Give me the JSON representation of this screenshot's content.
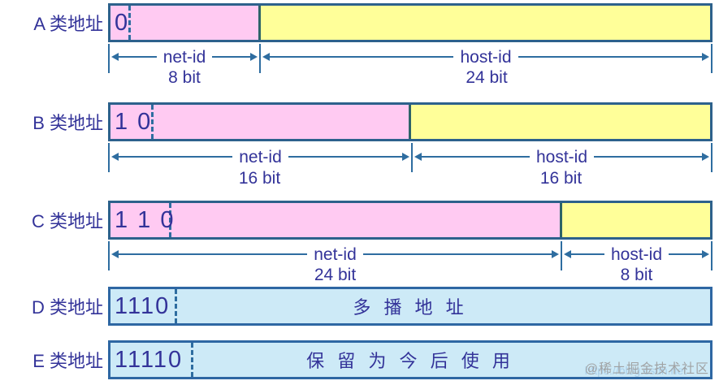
{
  "diagram": {
    "rows": [
      {
        "label": "A 类地址",
        "prefix": "0",
        "net": {
          "name": "net-id",
          "bits_label": "8 bit",
          "bits": 8
        },
        "host": {
          "name": "host-id",
          "bits_label": "24 bit",
          "bits": 24
        }
      },
      {
        "label": "B 类地址",
        "prefix": "1 0",
        "net": {
          "name": "net-id",
          "bits_label": "16 bit",
          "bits": 16
        },
        "host": {
          "name": "host-id",
          "bits_label": "16 bit",
          "bits": 16
        }
      },
      {
        "label": "C 类地址",
        "prefix": "1 1 0",
        "net": {
          "name": "net-id",
          "bits_label": "24 bit",
          "bits": 24
        },
        "host": {
          "name": "host-id",
          "bits_label": "8 bit",
          "bits": 8
        }
      },
      {
        "label": "D 类地址",
        "prefix": "1110",
        "content": "多 播 地 址"
      },
      {
        "label": "E 类地址",
        "prefix": "11110",
        "content": "保 留 为 今 后 使 用"
      }
    ],
    "colors": {
      "net_id_fill": "#FFCAF2",
      "host_id_fill": "#FFFF99",
      "special_fill": "#CDEAF7",
      "bar_border": "#2D618C",
      "segment_divider": "#2E6468",
      "text_navy": "#333399",
      "arrow_blue": "#2E6DA0"
    },
    "watermark": {
      "handle": "@稀土掘金技术社区",
      "url": "https://blog.csdn.net"
    }
  }
}
